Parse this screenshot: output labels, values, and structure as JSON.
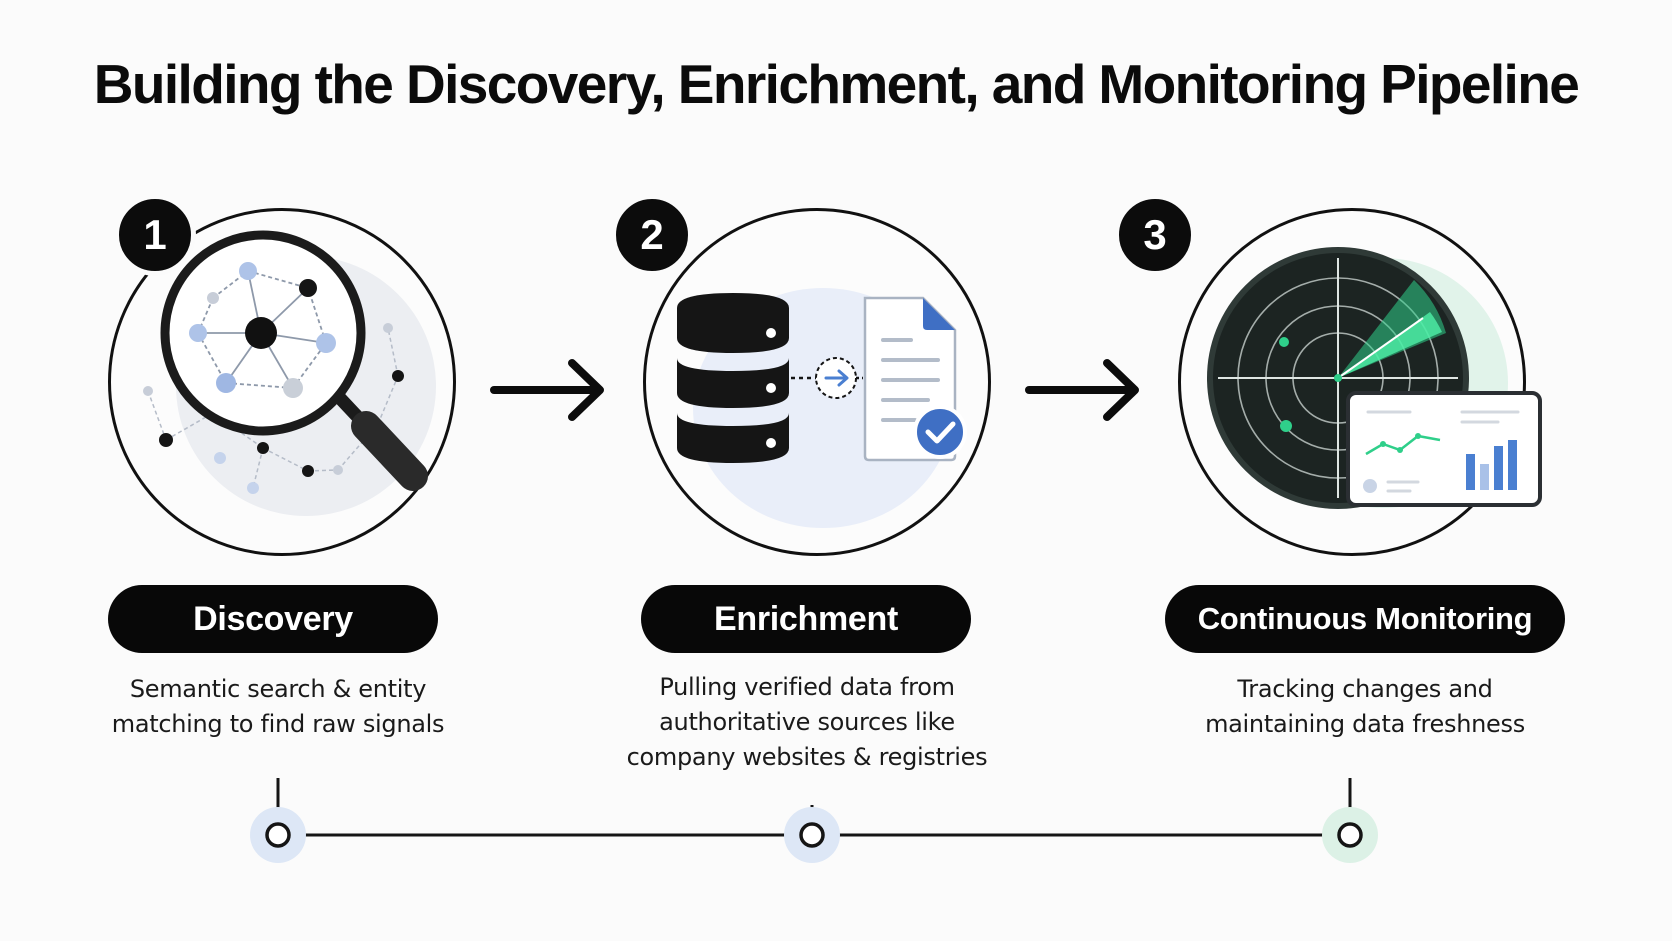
{
  "title": "Building the Discovery, Enrichment, and Monitoring Pipeline",
  "steps": [
    {
      "number": "1",
      "label": "Discovery",
      "description_lines": [
        "Semantic search & entity",
        "matching to find raw signals"
      ],
      "icon": "magnifying-glass-network-icon",
      "halo_color": "#e8eaef"
    },
    {
      "number": "2",
      "label": "Enrichment",
      "description_lines": [
        "Pulling verified data from",
        "authoritative sources like",
        "company websites & registries"
      ],
      "icon": "database-to-document-icon",
      "halo_color": "#e8eef9"
    },
    {
      "number": "3",
      "label": "Continuous Monitoring",
      "description_lines": [
        "Tracking changes and",
        "maintaining data freshness"
      ],
      "icon": "radar-dashboard-icon",
      "halo_color": "#e4f3ec"
    }
  ],
  "colors": {
    "ink": "#0c0c0c",
    "blue": "#4a7fd1",
    "light_blue": "#a9c1e8",
    "green": "#2fcf8a",
    "timeline_blue_halo": "#dde7f6",
    "timeline_green_halo": "#dcf1e6"
  }
}
